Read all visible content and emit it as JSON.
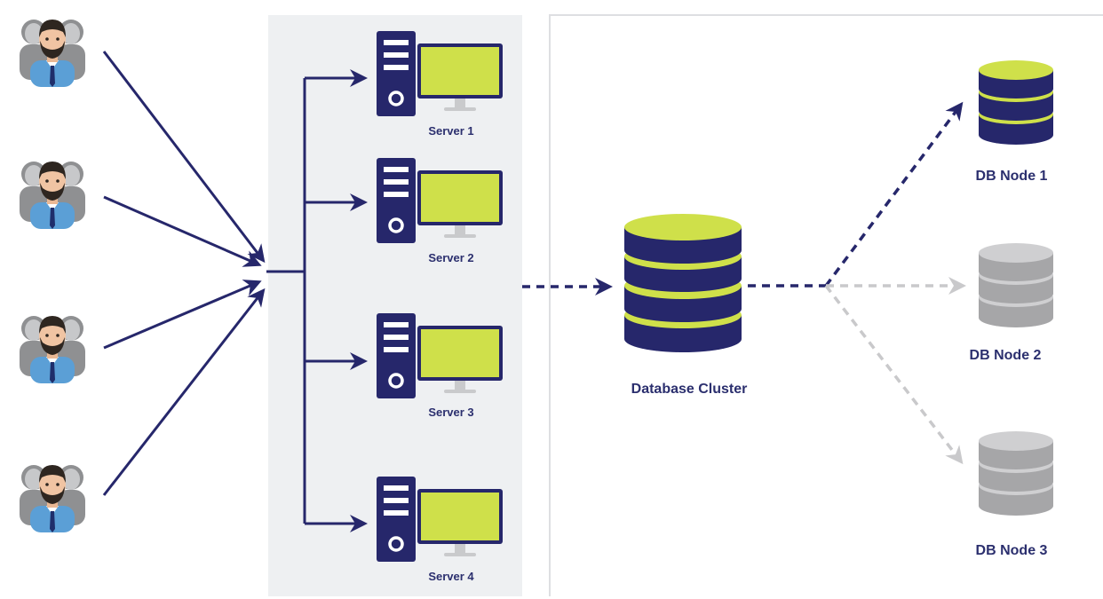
{
  "colors": {
    "navy": "#26276b",
    "lime": "#cfe04a",
    "gray": "#b9b9bb",
    "gray_dark": "#9d9d9f",
    "panel": "#eef0f2",
    "panel_border": "#dedfe2",
    "skin": "#f0c4a3",
    "hair": "#2e2620",
    "shirt": "#5b9fd6",
    "tie": "#1f2e6b"
  },
  "users": [
    {
      "icon": "user-group-icon"
    },
    {
      "icon": "user-group-icon"
    },
    {
      "icon": "user-group-icon"
    },
    {
      "icon": "user-group-icon"
    }
  ],
  "servers": [
    {
      "label": "Server 1",
      "icon": "server-computer-icon"
    },
    {
      "label": "Server 2",
      "icon": "server-computer-icon"
    },
    {
      "label": "Server 3",
      "icon": "server-computer-icon"
    },
    {
      "label": "Server 4",
      "icon": "server-computer-icon"
    }
  ],
  "cluster": {
    "label": "Database Cluster",
    "icon": "database-icon"
  },
  "nodes": [
    {
      "label": "DB Node 1",
      "state": "active",
      "icon": "database-icon"
    },
    {
      "label": "DB Node 2",
      "state": "inactive",
      "icon": "database-icon"
    },
    {
      "label": "DB Node 3",
      "state": "inactive",
      "icon": "database-icon"
    }
  ]
}
